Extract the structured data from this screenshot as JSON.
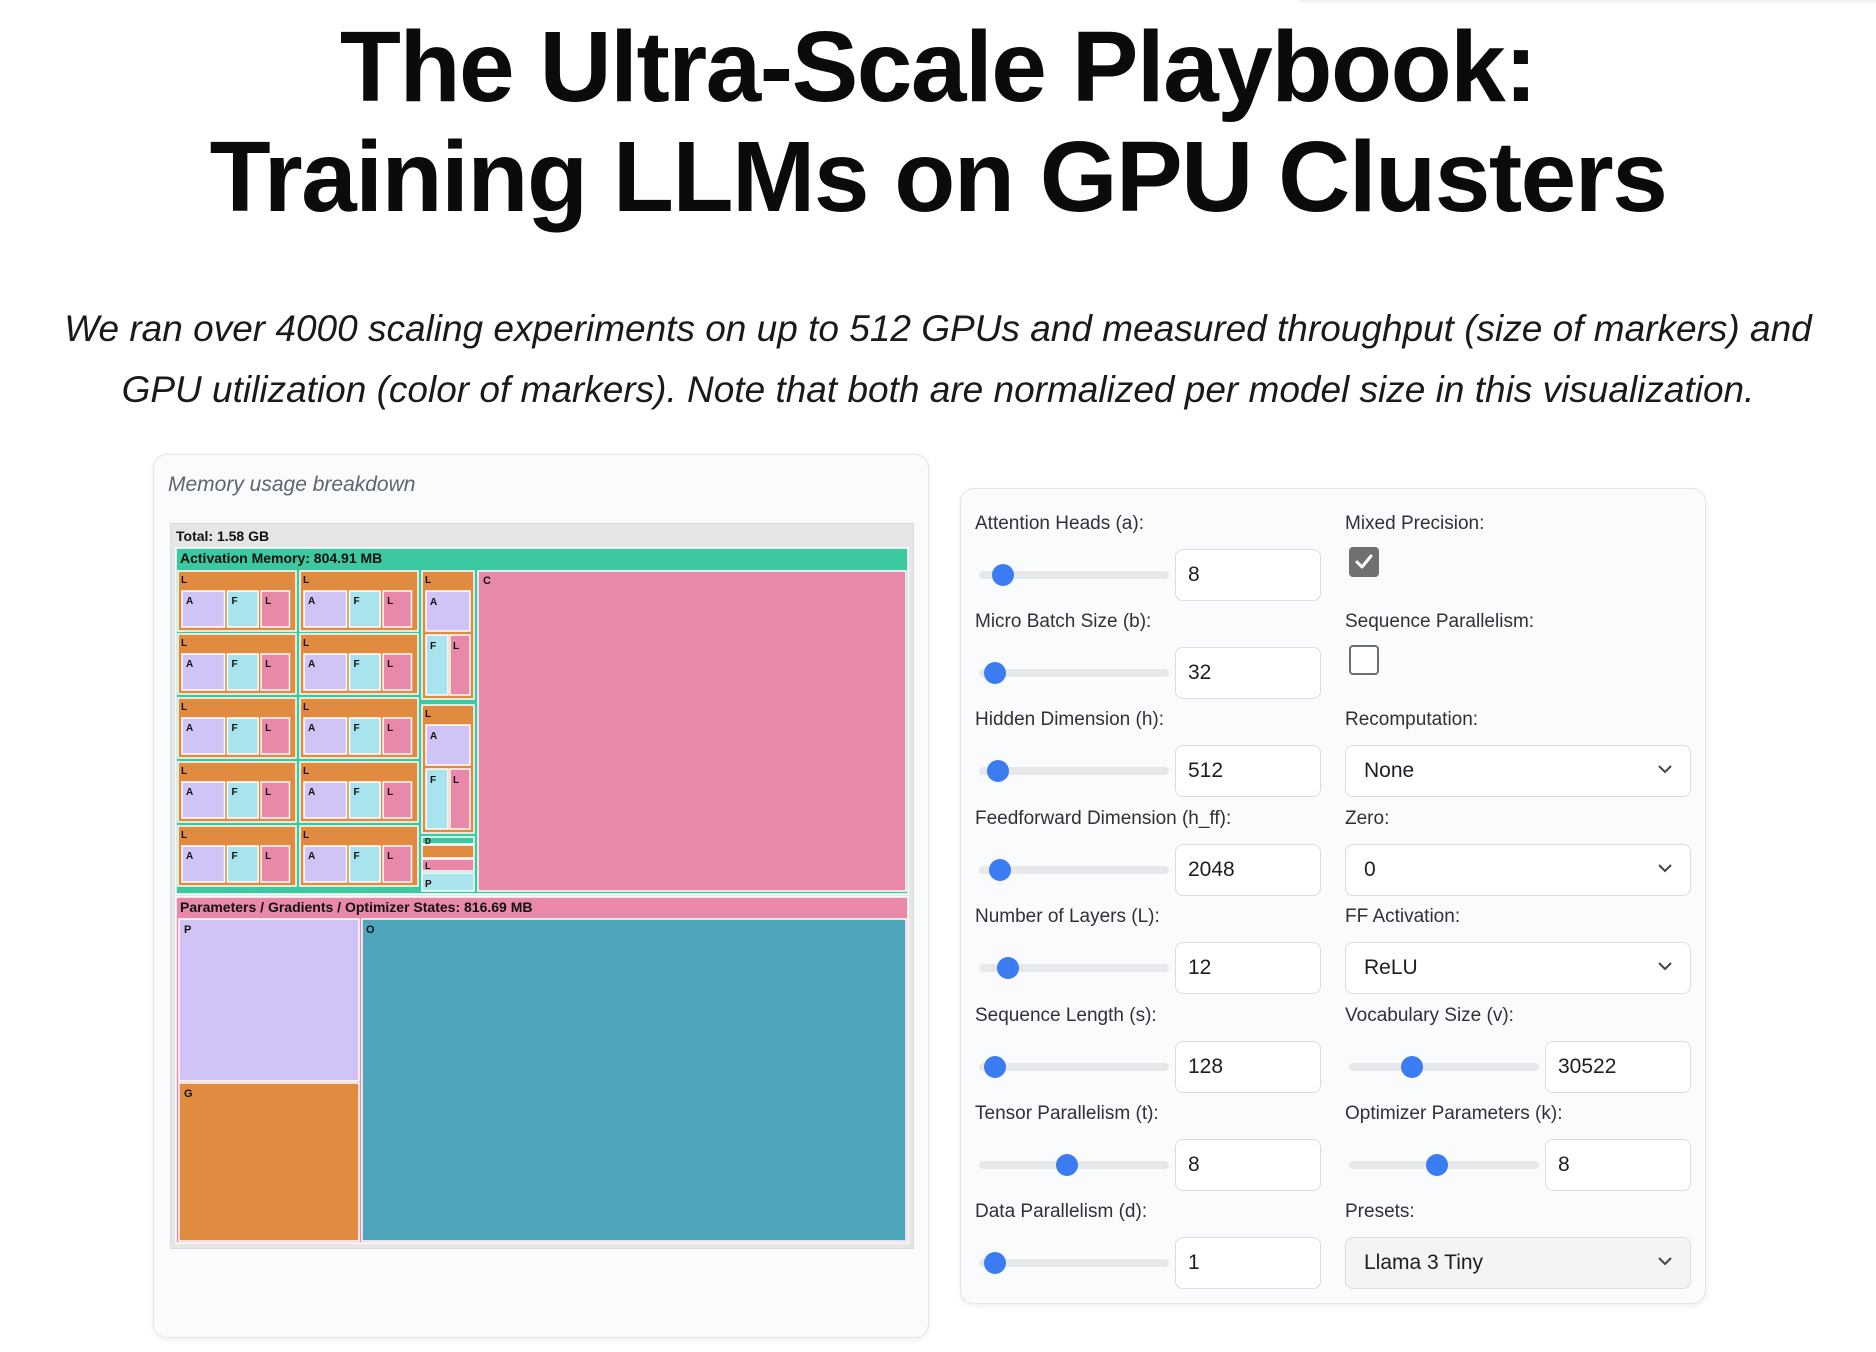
{
  "page": {
    "title_line1": "The Ultra-Scale Playbook:",
    "title_line2": "Training LLMs on GPU Clusters",
    "subtitle_line1": "We ran over 4000 scaling experiments on up to 512 GPUs and measured throughput (size of markers) and",
    "subtitle_line2": "GPU utilization (color of markers). Note that both are normalized per model size in this visualization."
  },
  "memory_panel": {
    "caption": "Memory usage breakdown",
    "total_label": "Total: 1.58 GB",
    "activation_label": "Activation Memory: 804.91 MB",
    "params_label": "Parameters / Gradients / Optimizer States: 816.69 MB",
    "layer_letter": "L",
    "attn_letter": "A",
    "ff_letter": "F",
    "ln_letter": "L",
    "cache_letter": "C",
    "params_letter": "P",
    "grads_letter": "G",
    "optim_letter": "O",
    "other_letter": "D",
    "colors": {
      "total": "#e6e6e6",
      "activation": "#3cc8a0",
      "layer": "#e08b40",
      "attention": "#d0c3f5",
      "feedforward": "#a9e4ee",
      "layernorm": "#e889aa",
      "params_group": "#e889aa",
      "parameters": "#d0c3f5",
      "gradients": "#e08b40",
      "optimizer": "#4fa6ba"
    }
  },
  "controls": {
    "attention_heads": {
      "label": "Attention Heads (a):",
      "value": "8",
      "fraction": 0.08
    },
    "micro_batch": {
      "label": "Micro Batch Size (b):",
      "value": "32",
      "fraction": 0.03
    },
    "hidden_dim": {
      "label": "Hidden Dimension (h):",
      "value": "512",
      "fraction": 0.05
    },
    "ff_dim": {
      "label": "Feedforward Dimension (h_ff):",
      "value": "2048",
      "fraction": 0.06
    },
    "num_layers": {
      "label": "Number of Layers (L):",
      "value": "12",
      "fraction": 0.11
    },
    "seq_len": {
      "label": "Sequence Length (s):",
      "value": "128",
      "fraction": 0.03
    },
    "tensor_parallel": {
      "label": "Tensor Parallelism (t):",
      "value": "8",
      "fraction": 0.46
    },
    "data_parallel": {
      "label": "Data Parallelism (d):",
      "value": "1",
      "fraction": 0.03
    },
    "mixed_precision": {
      "label": "Mixed Precision:",
      "checked": true
    },
    "sequence_parallel": {
      "label": "Sequence Parallelism:",
      "checked": false
    },
    "recomputation": {
      "label": "Recomputation:",
      "value": "None"
    },
    "zero": {
      "label": "Zero:",
      "value": "0"
    },
    "ff_activation": {
      "label": "FF Activation:",
      "value": "ReLU"
    },
    "vocab_size": {
      "label": "Vocabulary Size (v):",
      "value": "30522",
      "fraction": 0.31
    },
    "optimizer_params": {
      "label": "Optimizer Parameters (k):",
      "value": "8",
      "fraction": 0.46
    },
    "presets": {
      "label": "Presets:",
      "value": "Llama 3 Tiny"
    }
  }
}
